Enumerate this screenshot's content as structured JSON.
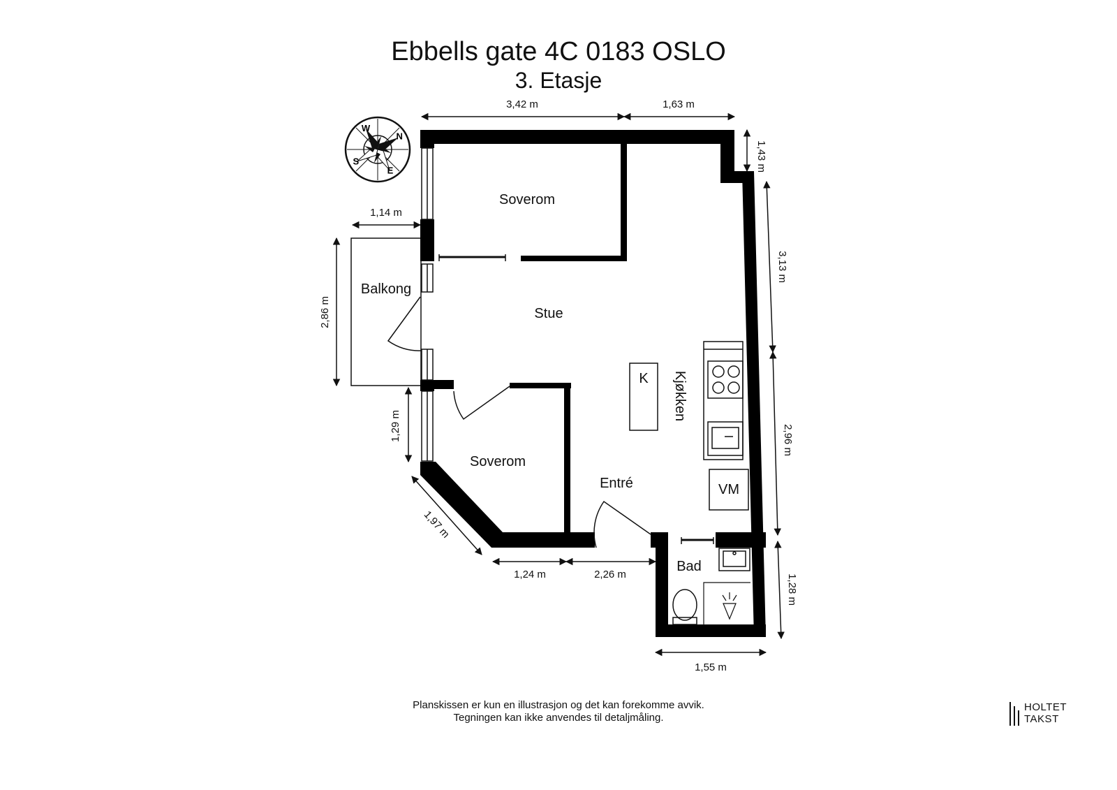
{
  "header": {
    "address": "Ebbells gate 4C 0183 OSLO",
    "floor": "3. Etasje"
  },
  "rooms": {
    "bedroom_top": "Soverom",
    "living": "Stue",
    "balcony": "Balkong",
    "bedroom_bottom": "Soverom",
    "entrance": "Entré",
    "kitchen": "Kjøkken",
    "kitchen_island": "K",
    "washing_machine": "VM",
    "bathroom": "Bad"
  },
  "dimensions": {
    "top_left": "3,42 m",
    "top_right": "1,63 m",
    "right_notch": "1,43 m",
    "right_upper": "3,13 m",
    "right_middle": "2,96 m",
    "right_lower": "1,28 m",
    "balcony_width": "1,14 m",
    "balcony_height": "2,86 m",
    "left_lower": "1,29 m",
    "diagonal": "1,97 m",
    "bottom_left": "1,24 m",
    "bottom_middle": "2,26 m",
    "bathroom_width": "1,55 m"
  },
  "compass": {
    "n": "N",
    "s": "S",
    "e": "E",
    "w": "W"
  },
  "footer": {
    "line1": "Planskissen er kun en illustrasjon og det kan forekomme avvik.",
    "line2": "Tegningen kan ikke anvendes til detaljmåling."
  },
  "logo": {
    "line1": "HOLTET",
    "line2": "TAKST"
  },
  "colors": {
    "wall": "#000000",
    "line": "#111111"
  }
}
